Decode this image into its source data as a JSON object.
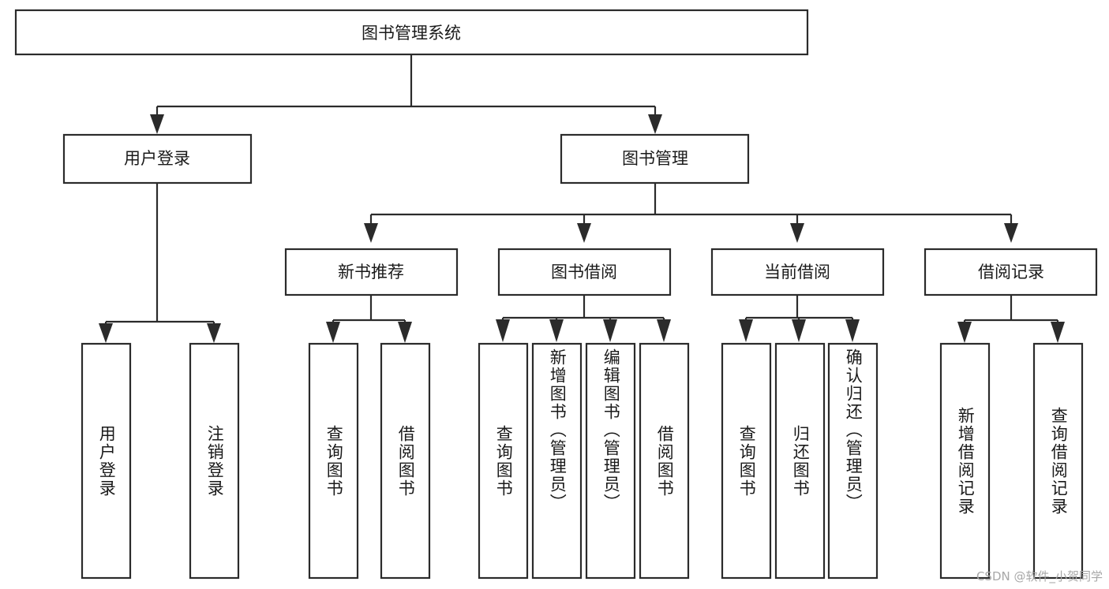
{
  "diagram": {
    "type": "tree-hierarchy-chart",
    "title": "图书管理系统",
    "orientation": "top-down",
    "colors": {
      "box_fill": "#ffffff",
      "box_stroke": "#2b2b2b",
      "text": "#1a1a1a",
      "background": "#ffffff",
      "watermark": "#a8a8a8"
    },
    "root": {
      "label": "图书管理系统",
      "level": 0
    },
    "level1": [
      {
        "label": "用户登录",
        "level": 1
      },
      {
        "label": "图书管理",
        "level": 1
      }
    ],
    "level2": [
      {
        "label": "新书推荐",
        "level": 2,
        "parent": "图书管理"
      },
      {
        "label": "图书借阅",
        "level": 2,
        "parent": "图书管理"
      },
      {
        "label": "当前借阅",
        "level": 2,
        "parent": "图书管理"
      },
      {
        "label": "借阅记录",
        "level": 2,
        "parent": "图书管理"
      }
    ],
    "leaves": {
      "user_login": [
        {
          "label": "用户登录"
        },
        {
          "label": "注销登录"
        }
      ],
      "new_book_recommend": [
        {
          "label": "查询图书"
        },
        {
          "label": "借阅图书"
        }
      ],
      "book_borrow": [
        {
          "label": "查询图书"
        },
        {
          "label": "新增图书（管理员）"
        },
        {
          "label": "编辑图书（管理员）"
        },
        {
          "label": "借阅图书"
        }
      ],
      "current_borrow": [
        {
          "label": "查询图书"
        },
        {
          "label": "归还图书"
        },
        {
          "label": "确认归还（管理员）"
        }
      ],
      "borrow_record": [
        {
          "label": "新增借阅记录"
        },
        {
          "label": "查询借阅记录"
        }
      ]
    }
  },
  "watermark": {
    "text": "CSDN @软件_小贺同学"
  }
}
